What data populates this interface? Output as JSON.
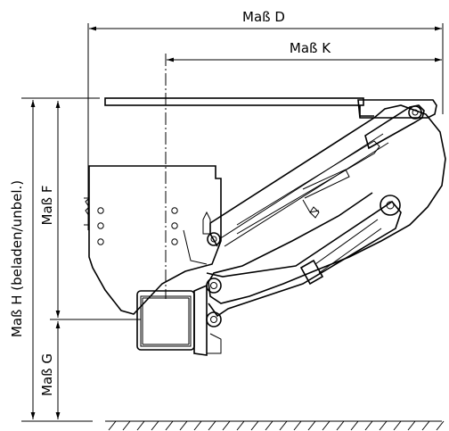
{
  "labels": {
    "dim_d": "Maß D",
    "dim_k": "Maß K",
    "dim_f": "Maß F",
    "dim_g": "Maß G",
    "dim_h": "Maß H (beladen/unbel.)"
  },
  "colors": {
    "line": "#000000",
    "background": "#ffffff"
  }
}
